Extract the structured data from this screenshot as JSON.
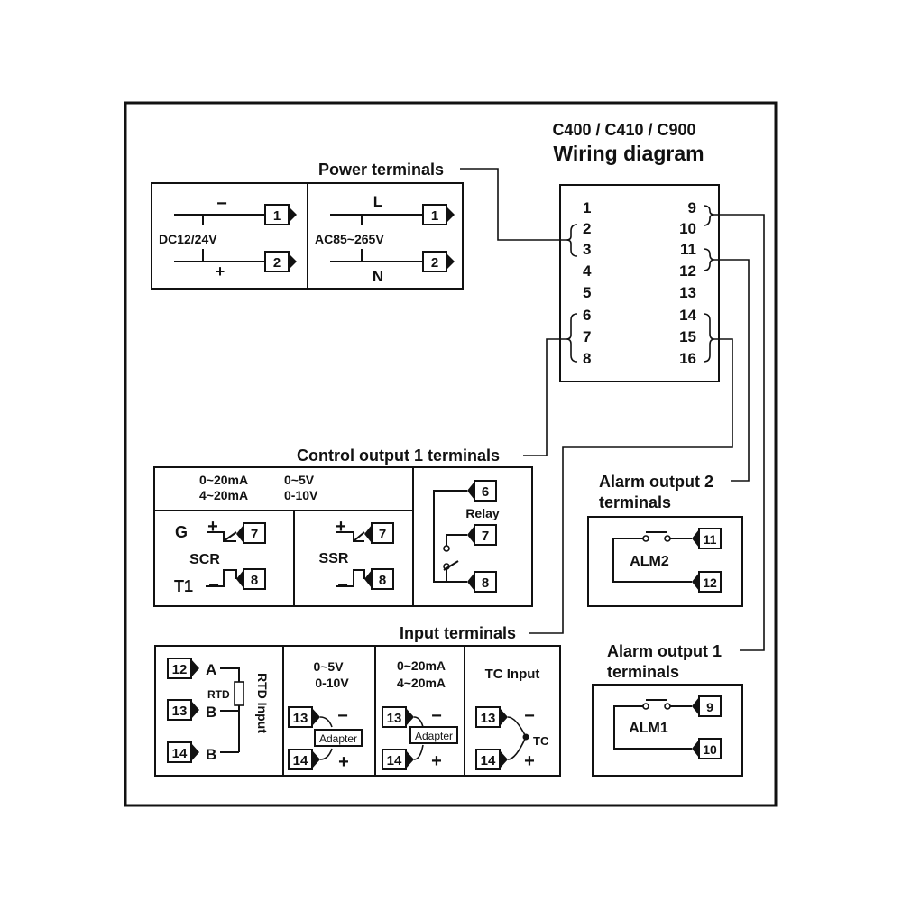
{
  "header": {
    "models": "C400  / C410 / C900",
    "title": "Wiring diagram"
  },
  "terminal_block": {
    "left_numbers": [
      "1",
      "2",
      "3",
      "4",
      "5",
      "6",
      "7",
      "8"
    ],
    "right_numbers": [
      "9",
      "10",
      "11",
      "12",
      "13",
      "14",
      "15",
      "16"
    ]
  },
  "power": {
    "label": "Power terminals",
    "dc": {
      "label": "DC12/24V",
      "minus": "−",
      "plus": "+",
      "t1": "1",
      "t2": "2"
    },
    "ac": {
      "label": "AC85~265V",
      "l": "L",
      "n": "N",
      "t1": "1",
      "t2": "2"
    }
  },
  "control": {
    "label": "Control output 1 terminals",
    "range_a1": "0~20mA",
    "range_a2": "4~20mA",
    "range_v1": "0~5V",
    "range_v2": "0-10V",
    "scr": {
      "g": "G",
      "plus": "+",
      "label": "SCR",
      "t1": "T1",
      "minus": "−",
      "n7": "7",
      "n8": "8"
    },
    "ssr": {
      "plus": "+",
      "label": "SSR",
      "minus": "−",
      "n7": "7",
      "n8": "8"
    },
    "relay": {
      "label": "Relay",
      "n6": "6",
      "n7": "7",
      "n8": "8"
    }
  },
  "alarm2": {
    "label_line1": "Alarm output 2",
    "label_line2": "terminals",
    "name": "ALM2",
    "n11": "11",
    "n12": "12"
  },
  "alarm1": {
    "label_line1": "Alarm output 1",
    "label_line2": "terminals",
    "name": "ALM1",
    "n9": "9",
    "n10": "10"
  },
  "input": {
    "label": "Input terminals",
    "rtd": {
      "a": "A",
      "b1": "B",
      "b2": "B",
      "rtd": "RTD",
      "title": "RTD Input",
      "n12": "12",
      "n13": "13",
      "n14": "14"
    },
    "volt": {
      "r1": "0~5V",
      "r2": "0-10V",
      "adapter": "Adapter",
      "minus": "−",
      "plus": "+",
      "n13": "13",
      "n14": "14"
    },
    "current": {
      "r1": "0~20mA",
      "r2": "4~20mA",
      "adapter": "Adapter",
      "minus": "−",
      "plus": "+",
      "n13": "13",
      "n14": "14"
    },
    "tc": {
      "title": "TC Input",
      "tc": "TC",
      "minus": "−",
      "plus": "+",
      "n13": "13",
      "n14": "14"
    }
  }
}
